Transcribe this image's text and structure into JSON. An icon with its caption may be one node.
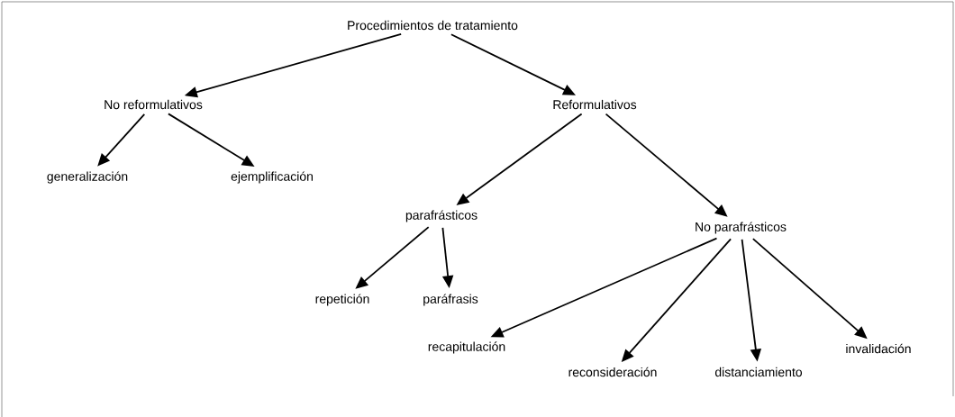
{
  "diagram": {
    "nodes": [
      {
        "text": [
          "Procedimientos de tratamiento"
        ]
      },
      {
        "text": [
          "No reformulativos"
        ]
      },
      {
        "text": [
          "Reformulativos"
        ]
      },
      {
        "text": [
          "generalización"
        ]
      },
      {
        "text": [
          "ejemplificación"
        ]
      },
      {
        "text": [
          "parafrásticos"
        ]
      },
      {
        "text": [
          "No parafrásticos"
        ]
      },
      {
        "text": [
          "repetición"
        ]
      },
      {
        "text": [
          "paráfrasis"
        ]
      },
      {
        "text": [
          "recapitulación"
        ]
      },
      {
        "text": [
          "reconsideración"
        ]
      },
      {
        "text": [
          "distanciamiento"
        ]
      },
      {
        "text": [
          "invalidación"
        ]
      }
    ],
    "edges": [
      {
        "from": 0,
        "to": 1,
        "arrow": "to"
      },
      {
        "from": 0,
        "to": 2,
        "arrow": "to"
      },
      {
        "from": 1,
        "to": 3,
        "arrow": "to"
      },
      {
        "from": 1,
        "to": 4,
        "arrow": "to"
      },
      {
        "from": 2,
        "to": 5,
        "arrow": "to"
      },
      {
        "from": 2,
        "to": 6,
        "arrow": "to"
      },
      {
        "from": 5,
        "to": 7,
        "arrow": "to"
      },
      {
        "from": 5,
        "to": 8,
        "arrow": "to"
      },
      {
        "from": 6,
        "to": 9,
        "arrow": "to"
      },
      {
        "from": 6,
        "to": 10,
        "arrow": "to"
      },
      {
        "from": 6,
        "to": 11,
        "arrow": "to"
      },
      {
        "from": 6,
        "to": 12,
        "arrow": "to"
      }
    ]
  }
}
